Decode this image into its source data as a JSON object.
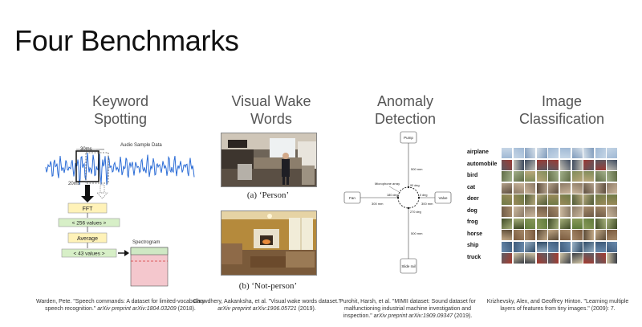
{
  "slide": {
    "title": "Four Benchmarks"
  },
  "columns": [
    {
      "title_line1": "Keyword",
      "title_line2": "Spotting",
      "diagram": {
        "audio_label": "Audio Sample Data",
        "window_label": "30ms",
        "step_label": "20ms",
        "fft_label": "FFT",
        "values1_label": "< 256 values >",
        "average_label": "Average",
        "values2_label": "< 43 values >",
        "spectrogram_label": "Spectrogram"
      },
      "citation": {
        "line1": "Warden, Pete. \"Speech commands: A dataset for limited-vocabulary",
        "line2_plain": "speech recognition.\" ",
        "line2_italic": "arXiv preprint arXiv:1804.03209",
        "line2_tail": " (2018)."
      }
    },
    {
      "title_line1": "Visual Wake",
      "title_line2": "Words",
      "caption_a": "(a) ‘Person’",
      "caption_b": "(b) ‘Not-person’",
      "citation": {
        "line1": "Chowdhery, Aakanksha, et al. \"Visual wake words dataset.\"",
        "line2_italic": "arXiv preprint arXiv:1906.05721",
        "line2_tail": " (2019)."
      }
    },
    {
      "title_line1": "Anomaly",
      "title_line2": "Detection",
      "diagram": {
        "pump": "Pump",
        "fan": "Fan",
        "valve": "Valve",
        "slide_rail": "Slide rail",
        "mic_array": "Microphone array",
        "d500_top": "500 mm",
        "d500_bottom": "500 mm",
        "d300_left": "300 mm",
        "d300_right": "300 mm",
        "deg_90": "90 deg",
        "deg_0": "0 deg",
        "deg_180": "180 deg",
        "deg_270": "270 deg"
      },
      "citation": {
        "line1": "Purohit, Harsh, et al. \"MIMII dataset: Sound dataset for",
        "line2": "malfunctioning industrial machine investigation and",
        "line3_plain": "inspection.\" ",
        "line3_italic": "arXiv preprint arXiv:1909.09347",
        "line3_tail": " (2019)."
      }
    },
    {
      "title_line1": "Image",
      "title_line2": "Classification",
      "classes": [
        "airplane",
        "automobile",
        "bird",
        "cat",
        "deer",
        "dog",
        "frog",
        "horse",
        "ship",
        "truck"
      ],
      "citation": {
        "line1": "Krizhevsky, Alex, and Geoffrey Hinton. \"Learning multiple",
        "line2": "layers of features from tiny images.\" (2009): 7."
      }
    }
  ],
  "colors": {
    "waveform": "#2b6cd6",
    "box_yellow": "#fff2b8",
    "box_green": "#d7efc7",
    "spectrogram_top": "#cfe8c4",
    "spectrogram_body": "#f4c7cd",
    "dashed_red": "#d23b3b"
  }
}
